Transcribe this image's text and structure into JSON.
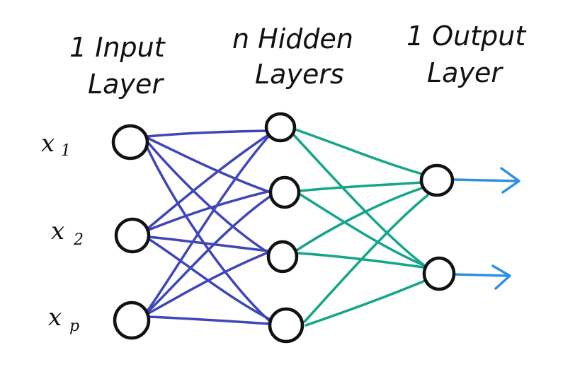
{
  "headers": {
    "input": {
      "line1": "1 Input",
      "line2": "Layer"
    },
    "hidden": {
      "line1": "n Hidden",
      "line2": "Layers"
    },
    "output": {
      "line1": "1 Output",
      "line2": "Layer"
    }
  },
  "inputs": [
    {
      "var": "x",
      "sub": "1"
    },
    {
      "var": "x",
      "sub": "2"
    },
    {
      "var": "x",
      "sub": "p"
    }
  ],
  "colors": {
    "input_to_hidden_edges": "#3f46b8",
    "hidden_to_output_edges": "#14a58a",
    "output_arrows": "#2f8fe0",
    "neuron_stroke": "#111111"
  },
  "layers": {
    "input_count": 3,
    "hidden_count": 4,
    "output_count": 2
  }
}
